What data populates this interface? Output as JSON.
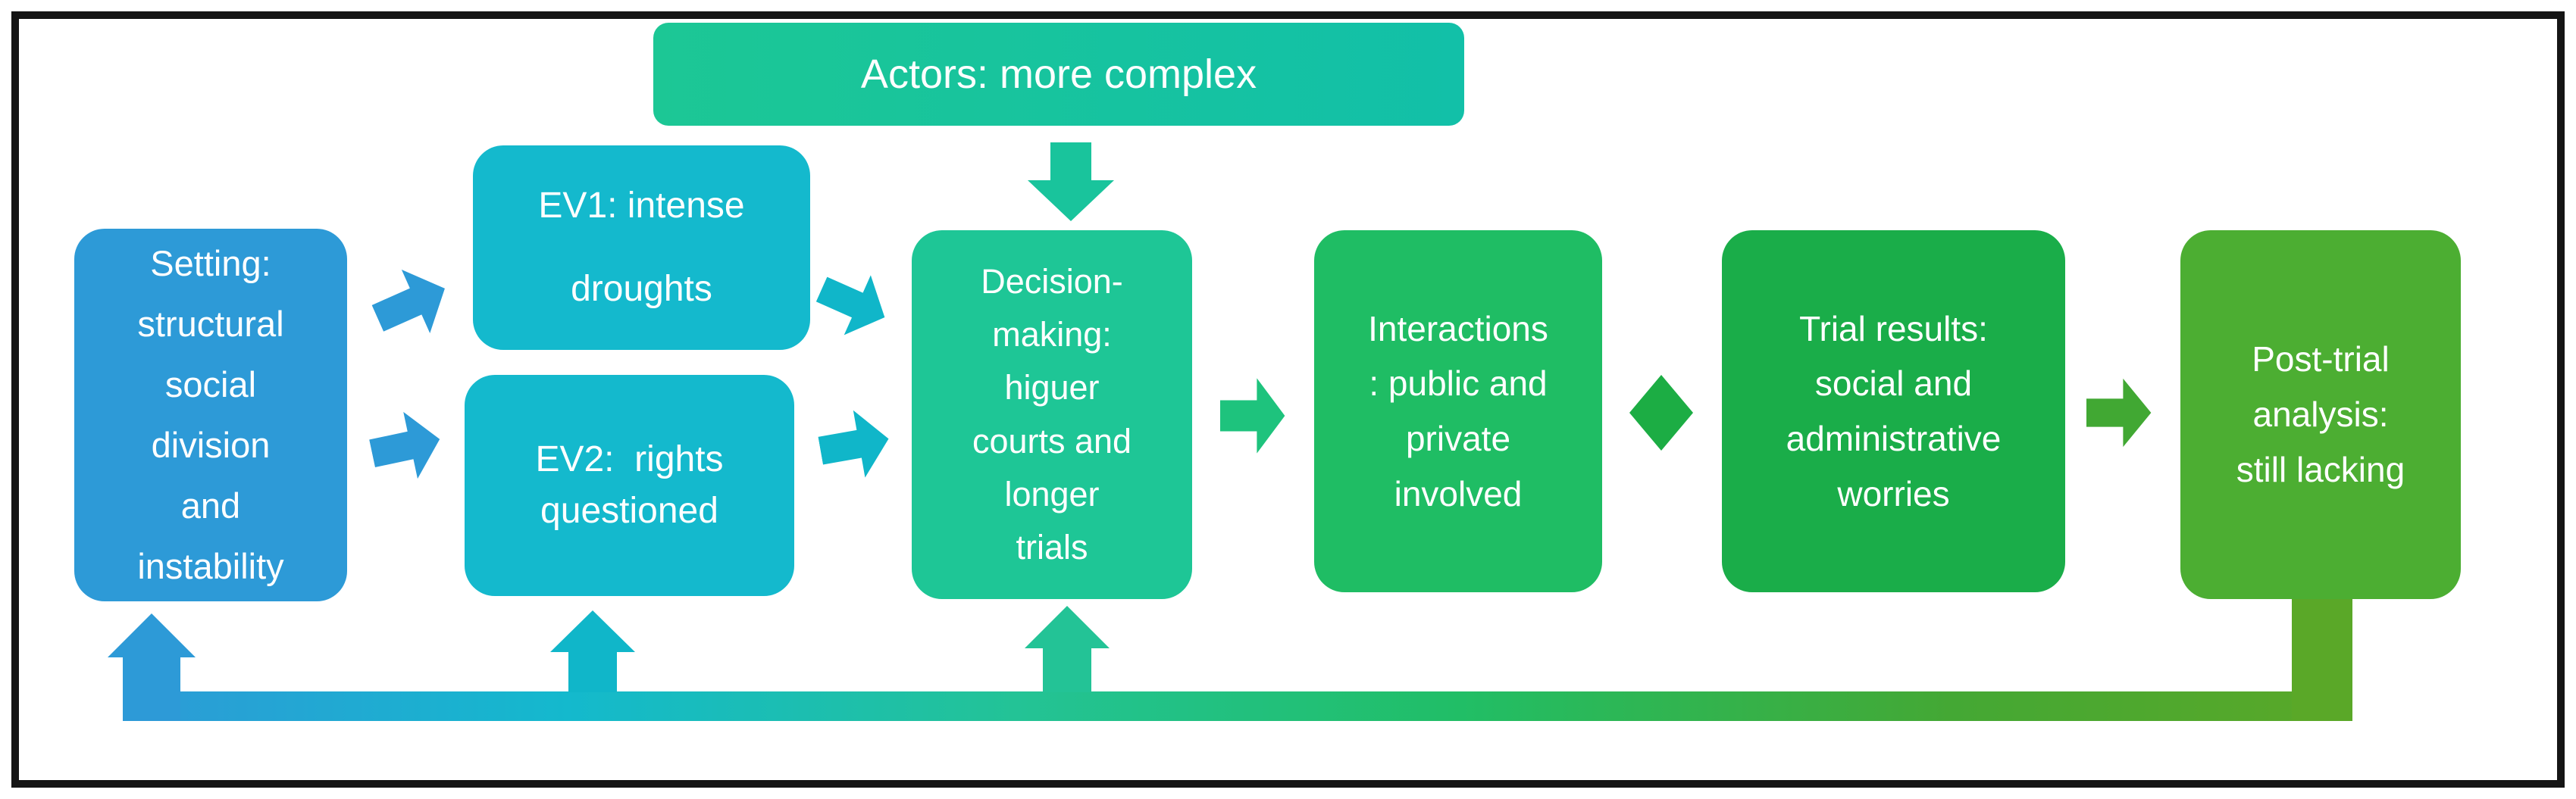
{
  "diagram": {
    "title": "case timeline flow diagram",
    "nodes": {
      "setting": {
        "text": "Setting:\nstructural\nsocial\ndivision\nand\ninstability"
      },
      "ev1": {
        "text": "EV1: intense\ndroughts"
      },
      "ev2": {
        "text": "EV2:  rights\nquestioned"
      },
      "actors": {
        "text": "Actors: more complex"
      },
      "decision": {
        "text": "Decision-\nmaking:\nhiguer\ncourts and\nlonger\ntrials"
      },
      "interactions": {
        "text": "Interactions\n: public and\nprivate\ninvolved"
      },
      "trial": {
        "text": "Trial results:\nsocial and\nadministrative\nworries"
      },
      "post": {
        "text": "Post-trial\nanalysis:\nstill lacking"
      }
    },
    "connectors": [
      "setting-to-ev1-arrow",
      "setting-to-ev2-arrow",
      "actors-to-decision-down-arrow",
      "ev1-to-decision-arrow",
      "ev2-to-decision-arrow",
      "decision-to-interactions-arrow",
      "interactions-to-trial-diamond",
      "trial-to-post-arrow",
      "feedback-loop-bar",
      "loop-up-arrow-setting",
      "loop-up-arrow-ev2",
      "loop-up-arrow-decision"
    ],
    "colors": {
      "setting_blue": "#2D9AD7",
      "ev_cyan": "#14B9CD",
      "cyan_arrow": "#10B6C9",
      "actors_teal": "#17C4A0",
      "decision_teal_green": "#1EC696",
      "decision_arrow_green": "#1EC37D",
      "interactions_green": "#1FBD64",
      "diamond_green": "#1CAD44",
      "trial_green": "#1AAD49",
      "trial_arrow_green": "#41A833",
      "post_green": "#4CAE32",
      "loop_olive": "#5AA828",
      "text_white": "#FFFFFF",
      "frame_black": "#151515"
    }
  }
}
